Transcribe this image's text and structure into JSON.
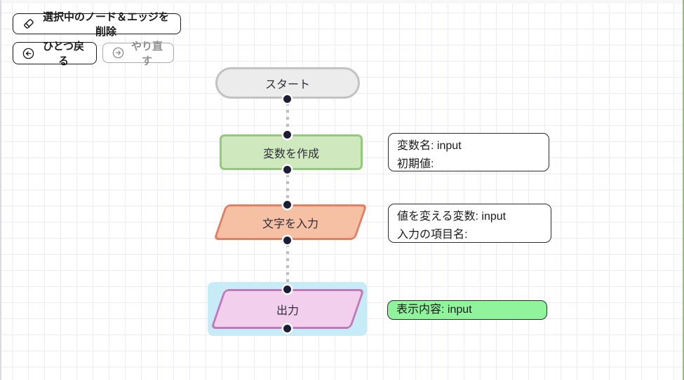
{
  "toolbar": {
    "delete_label": "選択中のノード＆エッジを削除",
    "undo_label": "ひとつ戻る",
    "redo_label": "やり直す"
  },
  "nodes": {
    "start": {
      "label": "スタート"
    },
    "create_variable": {
      "label": "変数を作成"
    },
    "text_input": {
      "label": "文字を入力"
    },
    "output": {
      "label": "出力",
      "selected": true
    }
  },
  "annotations": {
    "create_variable": {
      "line1": "変数名: input",
      "line2": "初期値:"
    },
    "text_input": {
      "line1": "値を変える変数: input",
      "line2": "入力の項目名:"
    },
    "output": {
      "line1": "表示内容: input"
    }
  },
  "colors": {
    "grid_line": "#ececf2",
    "canvas_edge_right": "#8fc36a",
    "start_fill": "#ececec",
    "start_border": "#c3c3c3",
    "create_fill": "#d0e8bd",
    "create_border": "#94c87f",
    "input_fill": "#f6c0a5",
    "input_border": "#df8164",
    "output_fill": "#f2cfec",
    "output_border": "#c07ab7",
    "selection_highlight": "#c7ebf7",
    "output_annotation_fill": "#8ff49c",
    "handle": "#1d1d35",
    "edge": "#bdbdbd"
  }
}
